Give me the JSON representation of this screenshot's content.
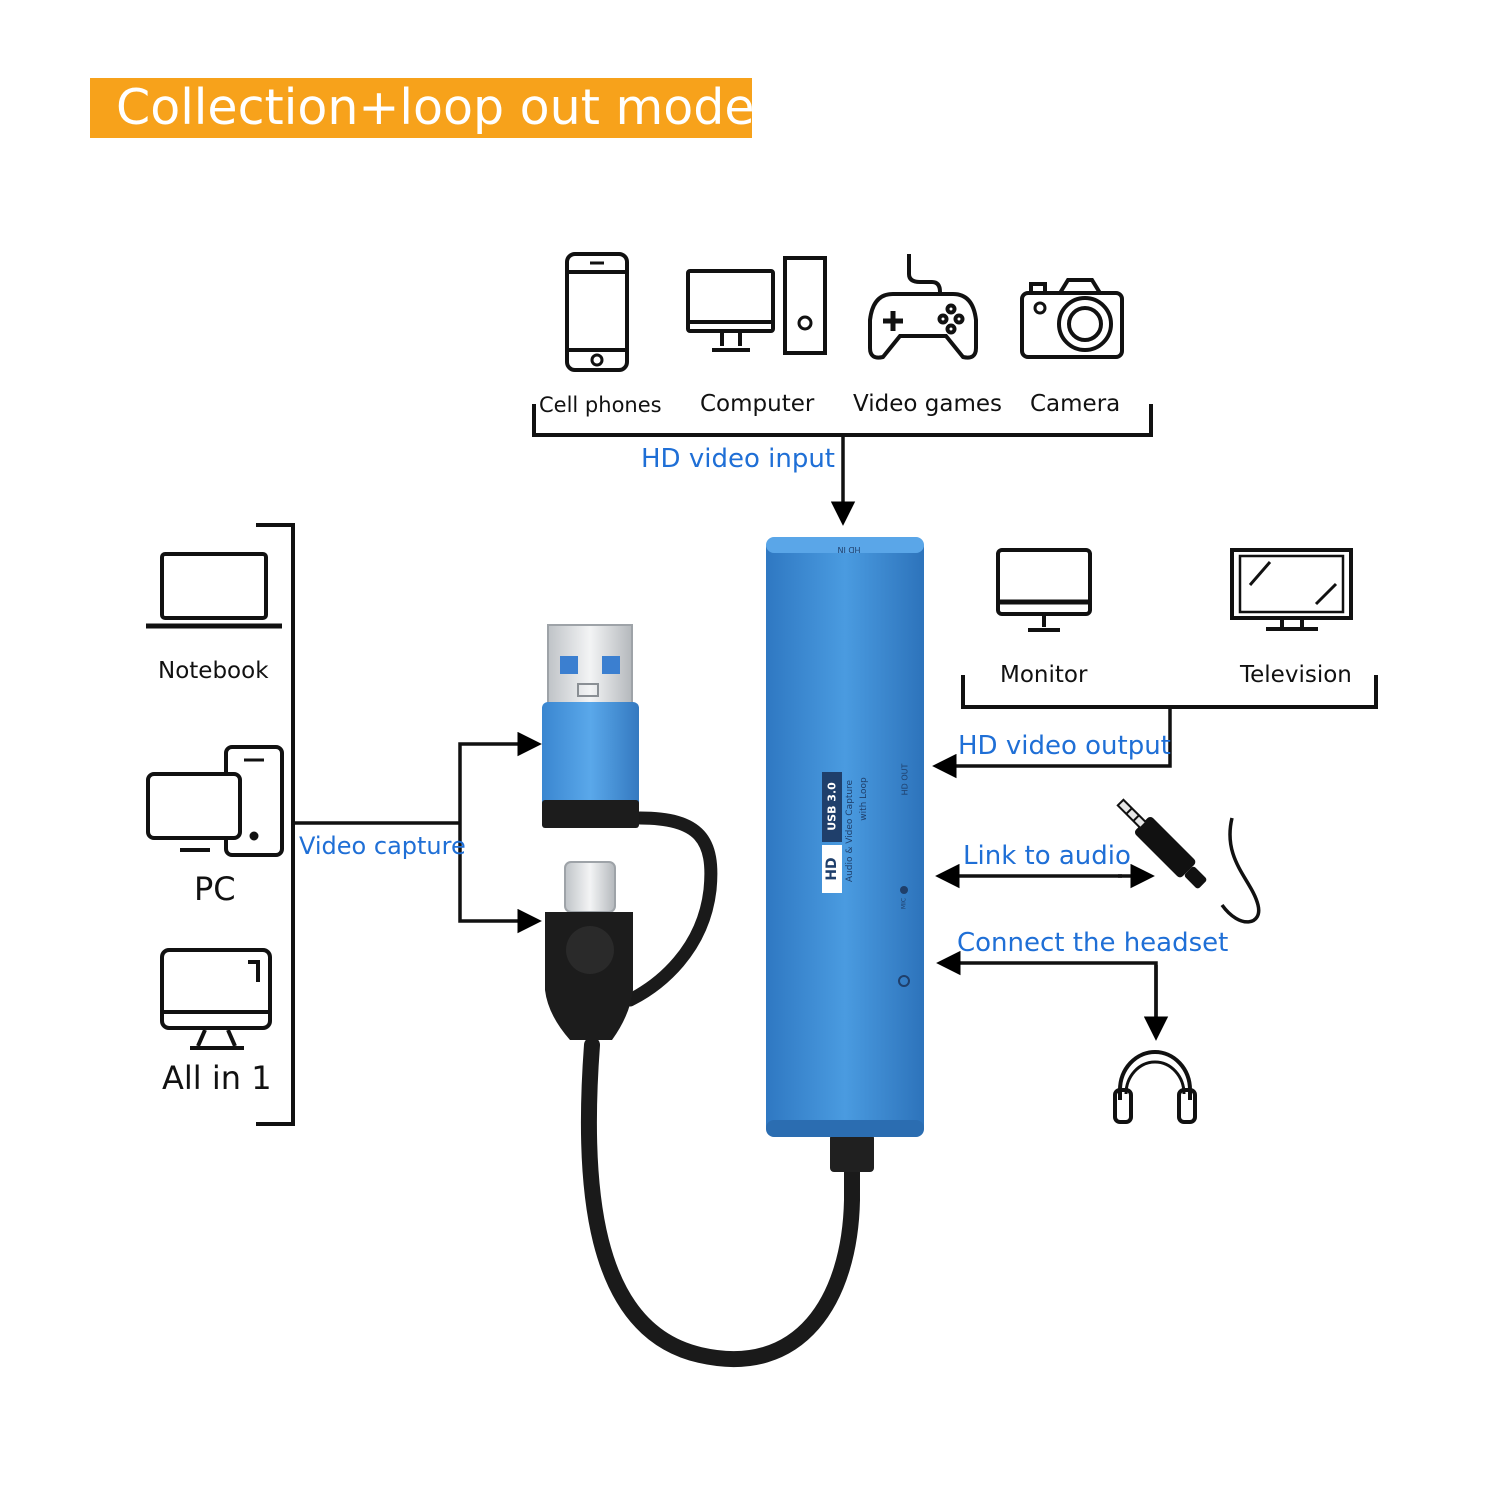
{
  "title": "Collection+loop out mode",
  "colors": {
    "banner": "#f7a21b",
    "connector_label": "#1f6fd6",
    "device_body": "#3f8fd6",
    "cable": "#1a1a1a"
  },
  "input_devices": [
    {
      "label": "Cell phones",
      "icon": "smartphone-icon"
    },
    {
      "label": "Computer",
      "icon": "desktop-tower-icon"
    },
    {
      "label": "Video games",
      "icon": "gamepad-icon"
    },
    {
      "label": "Camera",
      "icon": "camera-icon"
    }
  ],
  "output_devices": [
    {
      "label": "Monitor",
      "icon": "monitor-icon"
    },
    {
      "label": "Television",
      "icon": "television-icon"
    }
  ],
  "host_devices": [
    {
      "label": "Notebook",
      "icon": "laptop-icon"
    },
    {
      "label": "PC",
      "icon": "pc-phone-icon"
    },
    {
      "label": "All in 1",
      "icon": "all-in-one-icon"
    }
  ],
  "connections": {
    "hd_input": "HD video input",
    "hd_output": "HD video output",
    "video_capture": "Video capture",
    "audio_link": "Link to audio",
    "headset": "Connect the headset"
  },
  "device_printing": {
    "hd_in": "HD IN",
    "hd_out": "HD OUT",
    "logo": "HD",
    "usb": "USB 3.0",
    "product_line1": "Audio & Video Capture",
    "product_line2": "with Loop",
    "mic": "MIC"
  },
  "peripherals": [
    {
      "name": "audio-jack",
      "icon": "audio-jack-icon"
    },
    {
      "name": "headphones",
      "icon": "headphones-icon"
    }
  ]
}
